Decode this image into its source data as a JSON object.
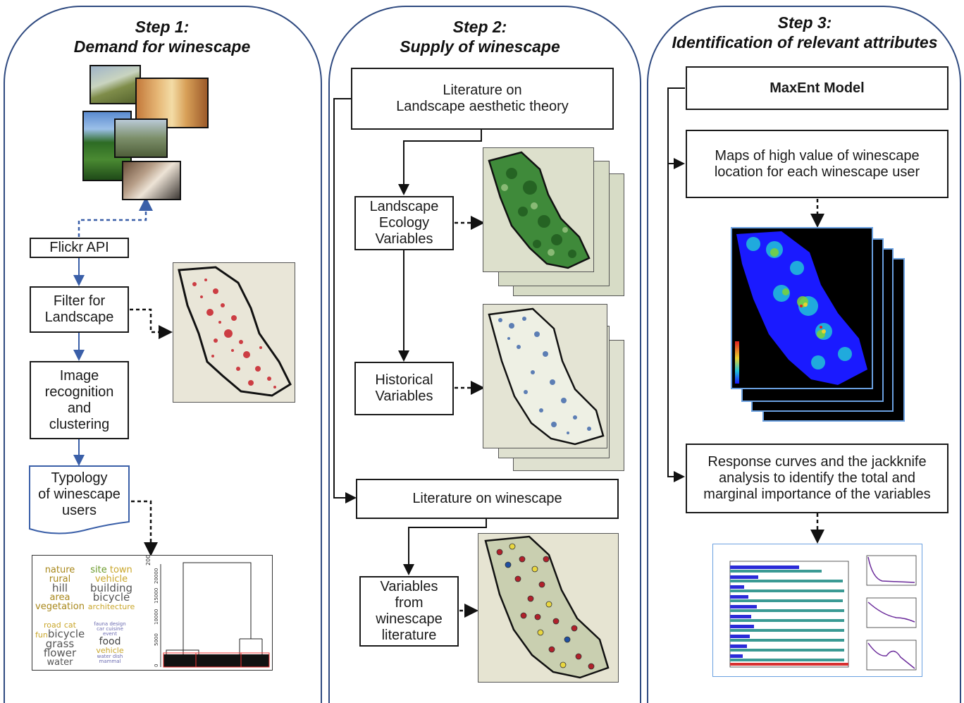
{
  "step1": {
    "title_line1": "Step 1:",
    "title_line2": "Demand for winescape"
  },
  "step2": {
    "title_line1": "Step 2:",
    "title_line2": "Supply of winescape"
  },
  "step3": {
    "title_line1": "Step 3:",
    "title_line2": "Identification of relevant attributes"
  },
  "boxes": {
    "flickr": "Flickr API",
    "filter_1": "Filter for",
    "filter_2": "Landscape",
    "image_1": "Image",
    "image_2": "recognition",
    "image_3": "and",
    "image_4": "clustering",
    "typology_1": "Typology",
    "typology_2": "of winescape",
    "typology_3": "users",
    "lit_aesthetic_1": "Literature on",
    "lit_aesthetic_2": "Landscape aesthetic theory",
    "ecology_1": "Landscape",
    "ecology_2": "Ecology",
    "ecology_3": "Variables",
    "historical_1": "Historical",
    "historical_2": "Variables",
    "lit_winescape": "Literature on winescape",
    "varlit_1": "Variables",
    "varlit_2": "from",
    "varlit_3": "winescape",
    "varlit_4": "literature",
    "maxent": "MaxEnt Model",
    "maps_1": "Maps of high value of winescape",
    "maps_2": "location for each winescape user",
    "response_1": "Response curves and the jackknife",
    "response_2": "analysis to identify the total and",
    "response_3": "marginal importance of the variables"
  },
  "wordcloud": {
    "group1": [
      "nature",
      "rural",
      "hill",
      "area",
      "vegetation"
    ],
    "group2": [
      "site",
      "town",
      "vehicle",
      "building",
      "bicycle",
      "architecture"
    ],
    "group3": [
      "road",
      "cat",
      "fun",
      "bicycle",
      "grass",
      "flower",
      "water"
    ],
    "group4": [
      "fauna",
      "design",
      "car",
      "cuisine",
      "event",
      "food",
      "vehicle",
      "water",
      "dish",
      "mammal"
    ],
    "axis_ticks": [
      "20000",
      "15000",
      "10000",
      "5000",
      "0"
    ]
  },
  "colors": {
    "panel_border": "#2f4a80",
    "arrow_blue": "#3a5fa8",
    "map_red": "#c8202a",
    "map_green": "#2e7d32",
    "map_blue": "#1f4fa0",
    "heat_blue": "#1a1aff"
  }
}
